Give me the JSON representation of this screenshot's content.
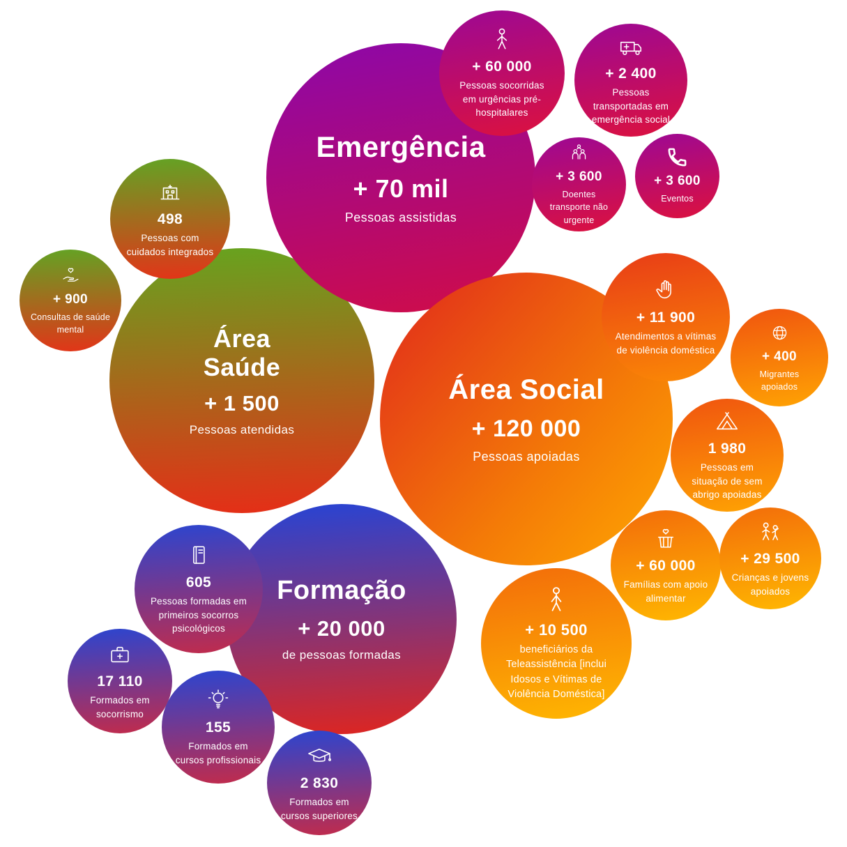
{
  "palette": {
    "background": "#FFFFFF",
    "text_color": "#FFFFFF",
    "emergencia_gradient": [
      "#8C07A9",
      "#D00C48"
    ],
    "saude_gradient": [
      "#66A41F",
      "#E62D17"
    ],
    "social_gradient": [
      "#E0281C",
      "#FFA801"
    ],
    "formacao_gradient": [
      "#2544D6",
      "#E0251E"
    ]
  },
  "chart_data": {
    "type": "bubble",
    "groups": [
      {
        "name": "Emergência",
        "value_text": "+ 70 mil",
        "value": 70000,
        "unit": "Pessoas assistidas",
        "children": [
          {
            "icon": "person-icon",
            "value_text": "+ 60 000",
            "value": 60000,
            "label": "Pessoas socorridas em urgências pré-hospitalares"
          },
          {
            "icon": "ambulance-icon",
            "value_text": "+ 2 400",
            "value": 2400,
            "label": "Pessoas transportadas em emergência social"
          },
          {
            "icon": "people-group-icon",
            "value_text": "+ 3 600",
            "value": 3600,
            "label": "Doentes transporte não urgente"
          },
          {
            "icon": "phone-icon",
            "value_text": "+ 3 600",
            "value": 3600,
            "label": "Eventos"
          }
        ]
      },
      {
        "name": "Área Saúde",
        "value_text": "+ 1 500",
        "value": 1500,
        "unit": "Pessoas atendidas",
        "children": [
          {
            "icon": "hospital-icon",
            "value_text": "498",
            "value": 498,
            "label": "Pessoas com cuidados integrados"
          },
          {
            "icon": "hand-heart-icon",
            "value_text": "+ 900",
            "value": 900,
            "label": "Consultas de saúde mental"
          }
        ]
      },
      {
        "name": "Área Social",
        "value_text": "+ 120 000",
        "value": 120000,
        "unit": "Pessoas apoiadas",
        "children": [
          {
            "icon": "raised-hand-icon",
            "value_text": "+ 11 900",
            "value": 11900,
            "label": "Atendimentos a vítimas de violência doméstica"
          },
          {
            "icon": "globe-icon",
            "value_text": "+ 400",
            "value": 400,
            "label": "Migrantes apoiados"
          },
          {
            "icon": "tent-icon",
            "value_text": "1 980",
            "value": 1980,
            "label": "Pessoas em situação de sem abrigo apoiadas"
          },
          {
            "icon": "food-basket-heart-icon",
            "value_text": "+ 60 000",
            "value": 60000,
            "label": "Famílias com apoio alimentar"
          },
          {
            "icon": "children-icon",
            "value_text": "+ 29 500",
            "value": 29500,
            "label": "Crianças e jovens apoiados"
          },
          {
            "icon": "person-icon",
            "value_text": "+ 10 500",
            "value": 10500,
            "label": "beneficiários da Teleassistência [inclui Idosos e Vítimas de Violência Doméstica]"
          }
        ]
      },
      {
        "name": "Formação",
        "value_text": "+ 20 000",
        "value": 20000,
        "unit": "de pessoas formadas",
        "children": [
          {
            "icon": "book-icon",
            "value_text": "605",
            "value": 605,
            "label": "Pessoas formadas em primeiros socorros psicológicos"
          },
          {
            "icon": "first-aid-kit-icon",
            "value_text": "17 110",
            "value": 17110,
            "label": "Formados em socorrismo"
          },
          {
            "icon": "lightbulb-icon",
            "value_text": "155",
            "value": 155,
            "label": "Formados em cursos profissionais"
          },
          {
            "icon": "graduation-cap-icon",
            "value_text": "2 830",
            "value": 2830,
            "label": "Formados em cursos superiores"
          }
        ]
      }
    ]
  }
}
